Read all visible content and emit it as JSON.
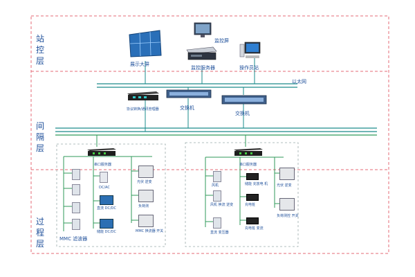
{
  "layers": {
    "station": [
      "站",
      "控",
      "层"
    ],
    "bay": [
      "间",
      "隔",
      "层"
    ],
    "process": [
      "过",
      "程",
      "层"
    ]
  },
  "station_devices": {
    "display_wall": "展示大屏",
    "monitor_screen": "监控屏",
    "monitor_server": "监控服务器",
    "operator_station": "操作员站"
  },
  "network": {
    "ethernet": "以太网",
    "switch_left": "交换机",
    "switch_right": "交换机",
    "gateway": "协议转换/通讯管理器"
  },
  "process_left": {
    "switch": "串口服务器",
    "mmc_filter": "MMC 滤波器",
    "dc_converter_1": "DC/AC",
    "dc_converter_2": "直流 DC/DC",
    "dc_converter_3": "储能 DC/DC",
    "device_1": "光伏 逆变",
    "device_2": "负荷测",
    "device_3": "MMC 换流器 开关"
  },
  "process_right": {
    "switch": "串口服务器",
    "wind_1": "风机",
    "wind_2": "风机 换流 逆变",
    "wind_3": "直流 变压器",
    "charger_1": "储能 充放电 机",
    "charger_2": "充电桩",
    "charger_3": "充电桩 变流",
    "breaker_1": "光伏 逆变",
    "breaker_2": "负荷测控 开关"
  },
  "colors": {
    "dashed_border": "#e46a76",
    "bus_line": "#1a8b8b",
    "green_line": "#2f9a5a",
    "device_blue": "#2c6fb3"
  }
}
